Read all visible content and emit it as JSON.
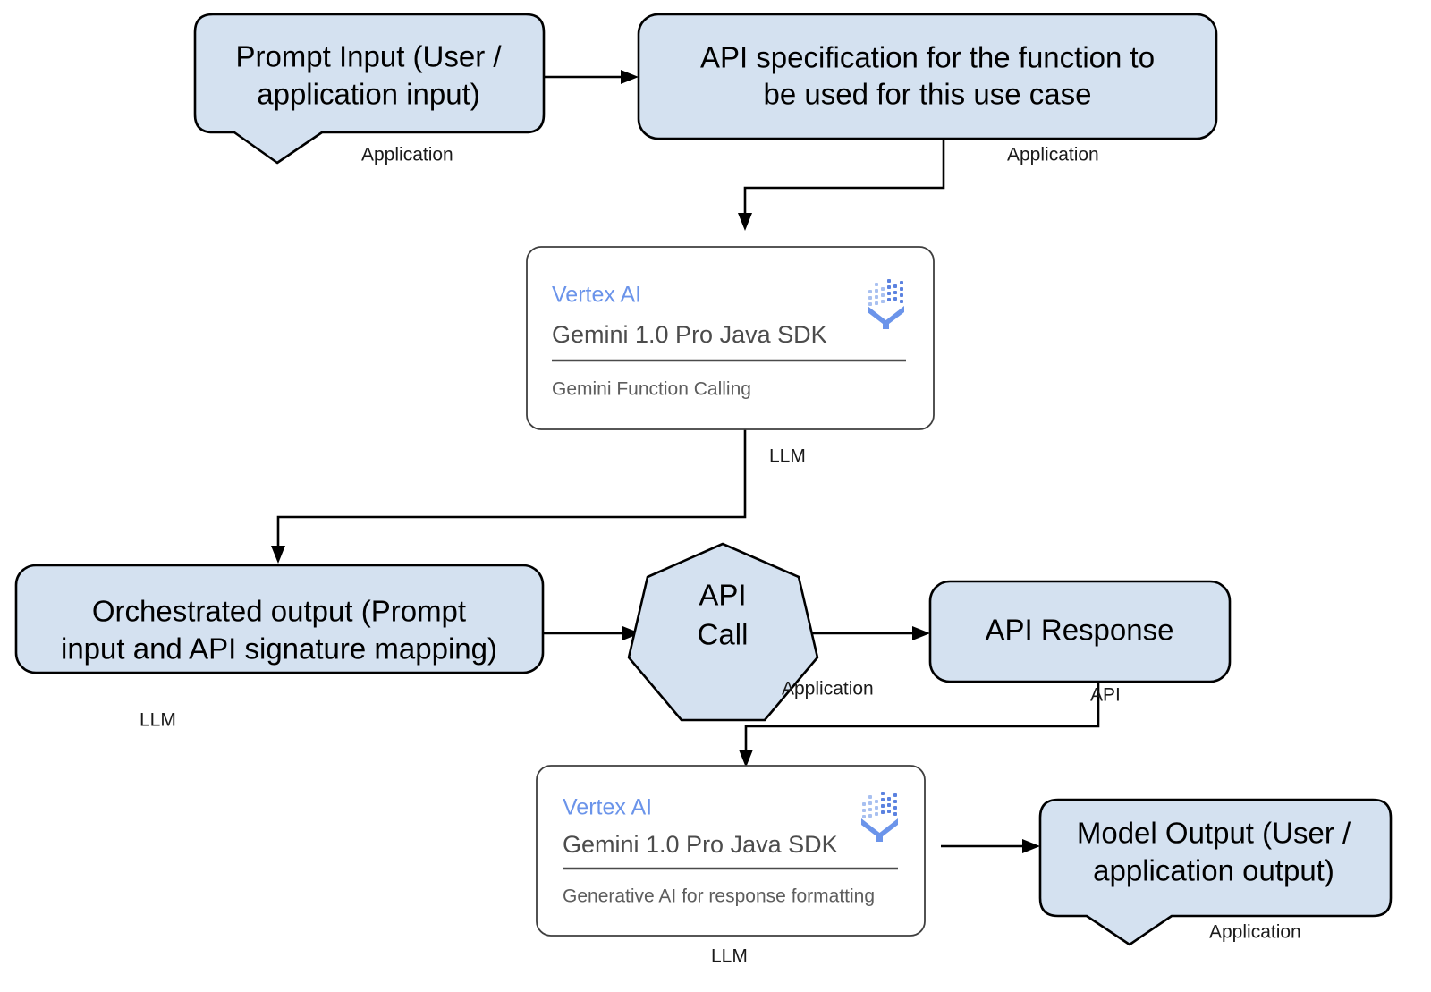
{
  "diagram": {
    "title": "Gemini Function Calling flow",
    "colors": {
      "node_fill": "#d4e1f0",
      "node_stroke": "#000000",
      "card_fill": "#ffffff",
      "card_stroke": "#3f3f3f",
      "brand_blue": "#6b94ea",
      "card_title_gray": "#4c4c4c",
      "card_sub_gray": "#5d5d5d",
      "background": "#ffffff"
    },
    "nodes": {
      "prompt_input": {
        "shape": "callout",
        "line1": "Prompt Input (User /",
        "line2": "application input)"
      },
      "api_spec": {
        "shape": "rounded-rect",
        "line1": "API specification for the function to",
        "line2": "be used for this use case"
      },
      "vertex_card_top": {
        "shape": "card",
        "brand": "Vertex AI",
        "title": "Gemini 1.0 Pro Java SDK",
        "subtitle": "Gemini Function Calling",
        "icon": "vertex-ai-icon"
      },
      "orchestrated_output": {
        "shape": "rounded-rect",
        "line1": "Orchestrated output (Prompt",
        "line2": "input and API signature mapping)"
      },
      "api_call": {
        "shape": "heptagon",
        "line1": "API",
        "line2": "Call"
      },
      "api_response": {
        "shape": "rounded-rect",
        "line1": "API Response"
      },
      "vertex_card_bottom": {
        "shape": "card",
        "brand": "Vertex AI",
        "title": "Gemini 1.0 Pro Java SDK",
        "subtitle": "Generative AI for response formatting",
        "icon": "vertex-ai-icon"
      },
      "model_output": {
        "shape": "callout",
        "line1": "Model Output (User /",
        "line2": "application output)"
      }
    },
    "edge_labels": {
      "prompt_input_application": "Application",
      "api_spec_application": "Application",
      "vertex_top_llm": "LLM",
      "orchestrated_llm": "LLM",
      "api_call_application": "Application",
      "api_response_api": "API",
      "vertex_bottom_llm": "LLM",
      "model_output_application": "Application"
    }
  }
}
